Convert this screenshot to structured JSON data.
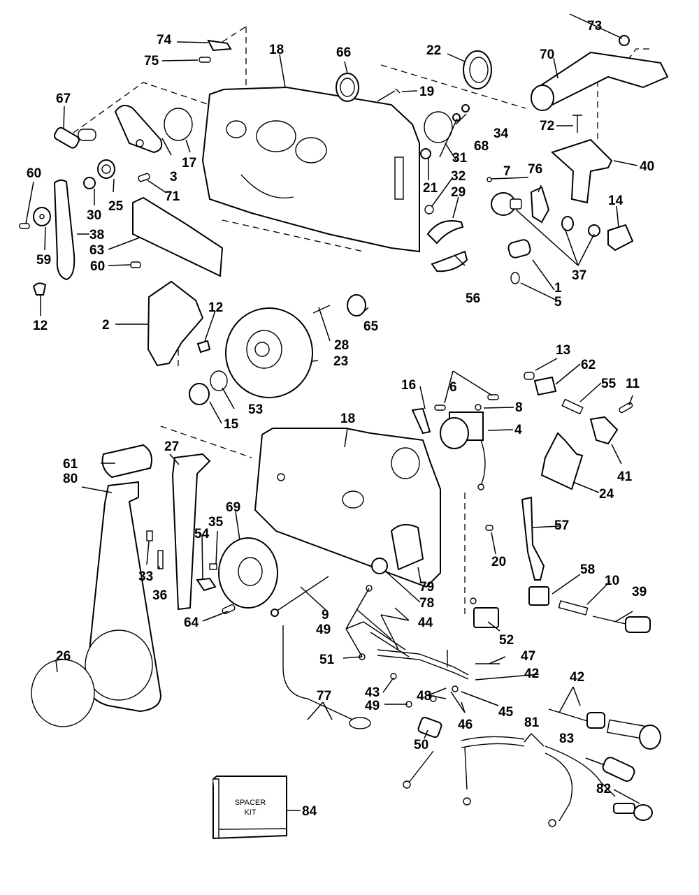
{
  "diagram": {
    "type": "exploded-parts-diagram",
    "subject": "Remote control box assembly",
    "callouts": [
      "1",
      "2",
      "3",
      "4",
      "5",
      "6",
      "7",
      "8",
      "9",
      "10",
      "11",
      "12",
      "13",
      "14",
      "15",
      "16",
      "17",
      "18",
      "19",
      "20",
      "21",
      "22",
      "23",
      "24",
      "25",
      "26",
      "27",
      "28",
      "29",
      "30",
      "31",
      "32",
      "33",
      "34",
      "35",
      "36",
      "37",
      "38",
      "39",
      "40",
      "41",
      "42",
      "43",
      "44",
      "45",
      "46",
      "47",
      "48",
      "49",
      "50",
      "51",
      "52",
      "53",
      "54",
      "55",
      "56",
      "57",
      "58",
      "59",
      "60",
      "61",
      "62",
      "63",
      "64",
      "65",
      "66",
      "67",
      "68",
      "69",
      "70",
      "71",
      "72",
      "73",
      "74",
      "75",
      "76",
      "77",
      "78",
      "79",
      "80",
      "81",
      "82",
      "83",
      "84"
    ],
    "spacer_kit": {
      "line1": "SPACER",
      "line2": "KIT"
    }
  }
}
